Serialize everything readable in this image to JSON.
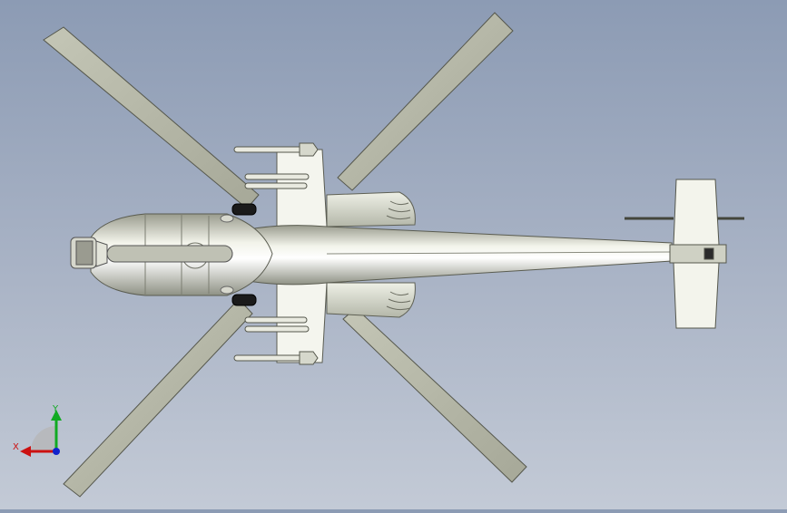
{
  "viewport": {
    "model": "helicopter-top-view",
    "background_top": "#8c9bb4",
    "background_bottom": "#c3cad6"
  },
  "triad": {
    "x_label": "X",
    "y_label": "Y",
    "x_color": "#cc1111",
    "y_color": "#11aa22",
    "z_color": "#1122cc"
  }
}
